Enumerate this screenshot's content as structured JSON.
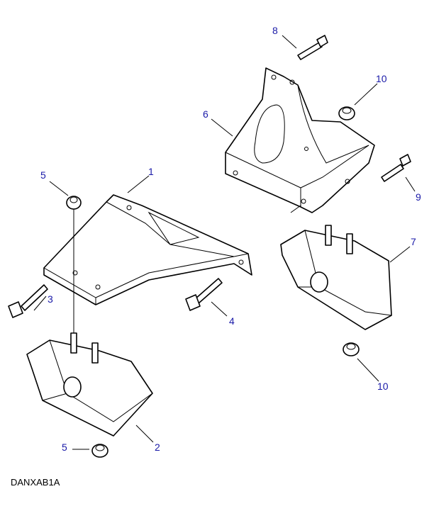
{
  "diagram": {
    "code": "DANXAB1A",
    "callouts": [
      {
        "id": "c8",
        "label": "8"
      },
      {
        "id": "c10a",
        "label": "10"
      },
      {
        "id": "c6",
        "label": "6"
      },
      {
        "id": "c5a",
        "label": "5"
      },
      {
        "id": "c1",
        "label": "1"
      },
      {
        "id": "c9",
        "label": "9"
      },
      {
        "id": "c7",
        "label": "7"
      },
      {
        "id": "c3",
        "label": "3"
      },
      {
        "id": "c4",
        "label": "4"
      },
      {
        "id": "c10b",
        "label": "10"
      },
      {
        "id": "c5b",
        "label": "5"
      },
      {
        "id": "c2",
        "label": "2"
      }
    ],
    "colors": {
      "callout": "#1a1aa8",
      "line": "#000000"
    }
  }
}
